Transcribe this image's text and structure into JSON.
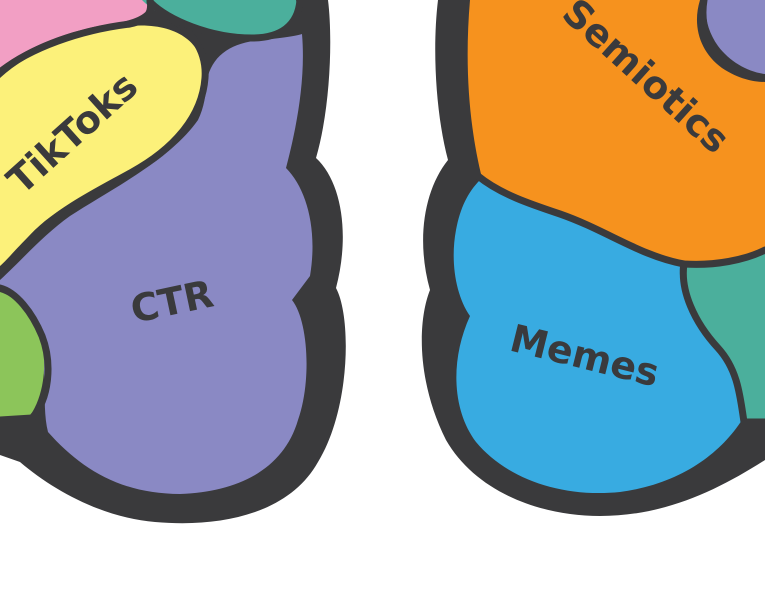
{
  "regions": {
    "tiktoks": {
      "label": "TikToks",
      "color": "#fcf17a"
    },
    "ctr": {
      "label": "CTR",
      "color": "#8a89c4"
    },
    "semiotics": {
      "label": "Semiotics",
      "color": "#f6921e"
    },
    "memes": {
      "label": "Memes",
      "color": "#38abe1"
    },
    "pink": {
      "color": "#f29fc4"
    },
    "teal": {
      "color": "#4baf9c"
    },
    "green": {
      "color": "#8cc55a"
    }
  },
  "outline_color": "#3a3a3c"
}
